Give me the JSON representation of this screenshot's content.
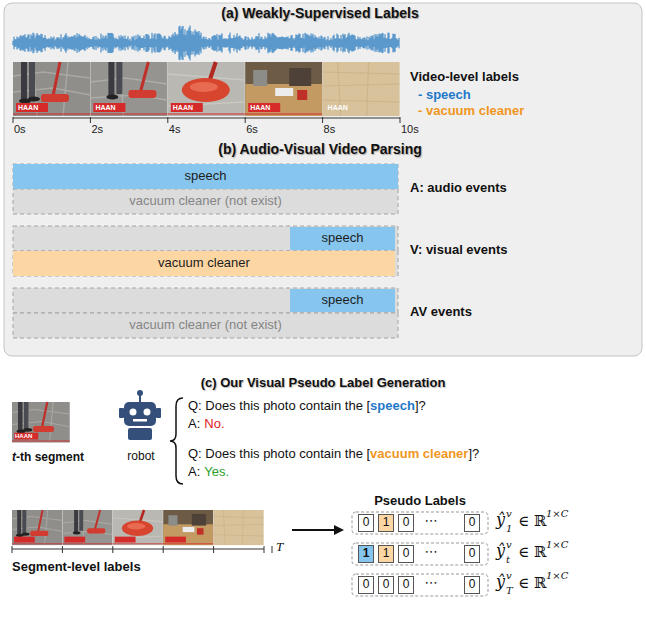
{
  "diagram": {
    "nodes": [
      {
        "text": [
          "speech"
        ]
      },
      {
        "text": [
          "vacuum cleaner (not exist)"
        ]
      },
      {
        "text": [
          "speech"
        ]
      },
      {
        "text": [
          "vacuum cleaner"
        ]
      },
      {
        "text": [
          "speech"
        ]
      },
      {
        "text": [
          "vacuum cleaner (not exist)"
        ]
      },
      {
        "text": [
          "0"
        ]
      },
      {
        "text": [
          "1"
        ]
      },
      {
        "text": [
          "0"
        ]
      },
      {
        "text": [
          "0"
        ]
      },
      {
        "text": [
          "1"
        ]
      },
      {
        "text": [
          "1"
        ]
      },
      {
        "text": [
          "0"
        ]
      },
      {
        "text": [
          "0"
        ]
      },
      {
        "text": [
          "0"
        ]
      },
      {
        "text": [
          "0"
        ]
      },
      {
        "text": [
          "0"
        ]
      },
      {
        "text": [
          "0"
        ]
      }
    ],
    "labels": [
      "(a) Weakly-Supervised Labels",
      "Video-level labels",
      "- speech",
      "- vacuum cleaner",
      "HAAN",
      "HAAN",
      "HAAN",
      "HAAN",
      "HAAN",
      "0s",
      "2s",
      "4s",
      "6s",
      "8s",
      "10s",
      "(b) Audio-Visual Video Parsing",
      "A: audio events",
      "V: visual events",
      "AV events",
      "(c) Our Visual Pseudo Label Generation",
      "HAAN",
      "t",
      "-th segment",
      "robot",
      "Q: Does this photo contain the [",
      "speech",
      "]?",
      "A:",
      "No.",
      "Q: Does this photo contain the [",
      "vacuum cleaner",
      "]?",
      "A:",
      "Yes.",
      "Pseudo Labels",
      "T",
      "Segment-level labels",
      "⋯",
      "⋯",
      "⋯",
      "ŷ",
      "1",
      "v",
      "∈ ℝ",
      "1×C",
      "ŷ",
      "t",
      "v",
      "∈ ℝ",
      "1×C",
      "ŷ",
      "T",
      "v",
      "∈ ℝ",
      "1×C"
    ]
  }
}
